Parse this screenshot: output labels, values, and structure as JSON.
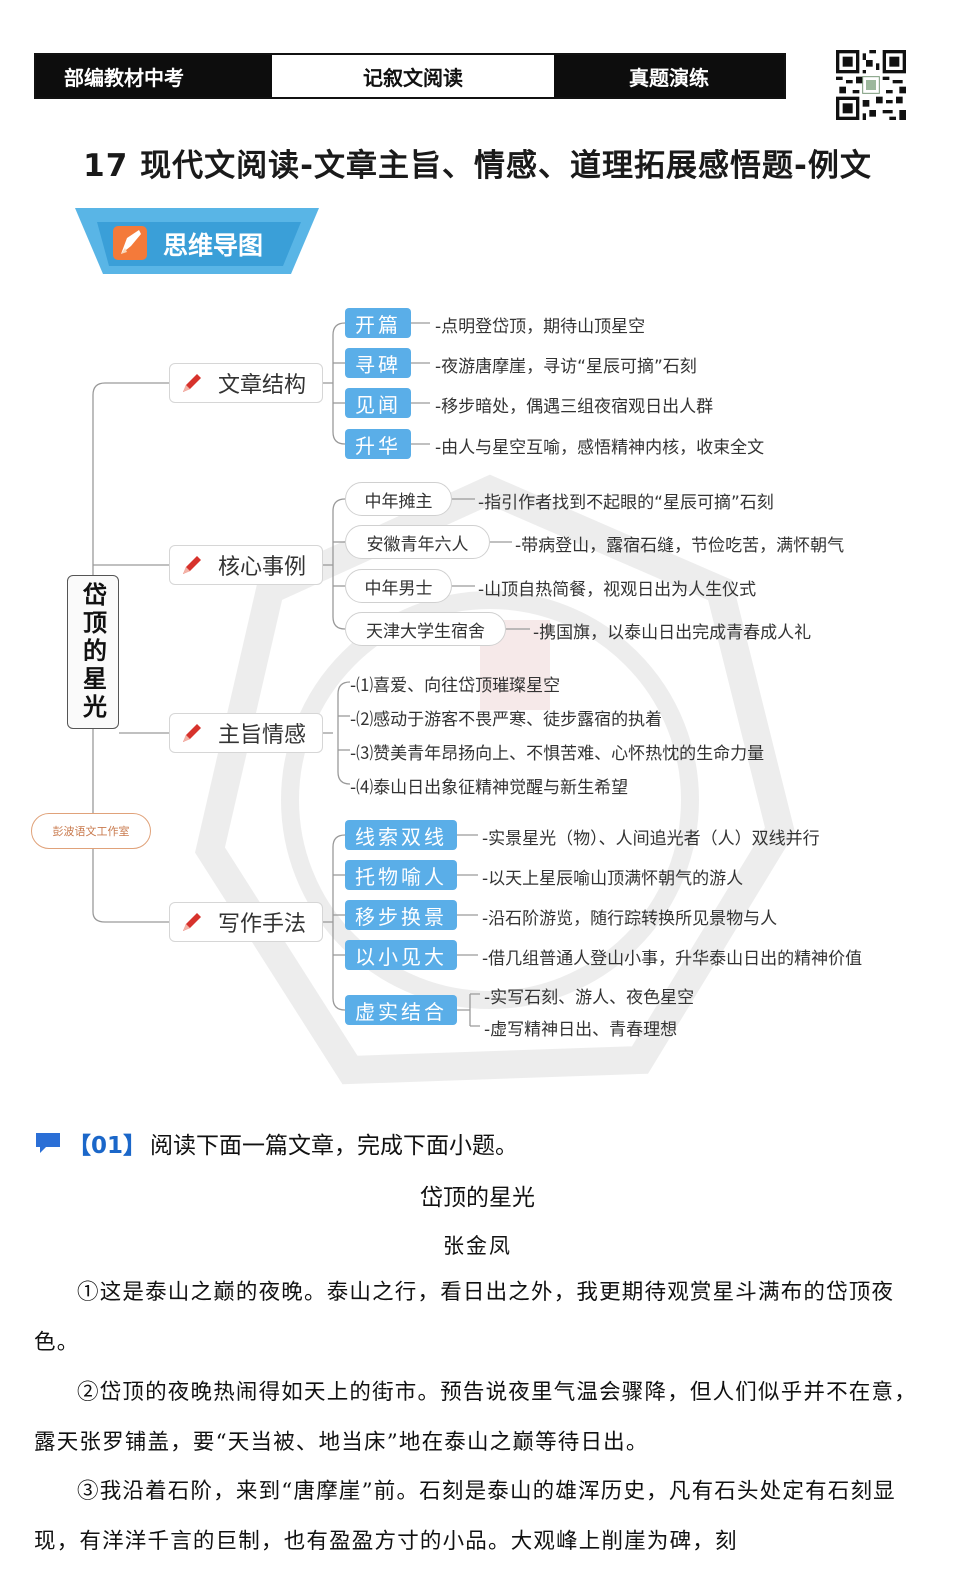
{
  "header": {
    "left": "部编教材中考",
    "center": "记叙文阅读",
    "right": "真题演练"
  },
  "title": "17 现代文阅读-文章主旨、情感、道理拓展感悟题-例文",
  "badge": {
    "label": "思维导图"
  },
  "stamp": "彭波语文工作室",
  "mindmap": {
    "root": "岱顶的星光",
    "structure": {
      "label": "文章结构",
      "items": [
        {
          "tag": "开篇",
          "text": "-点明登岱顶，期待山顶星空"
        },
        {
          "tag": "寻碑",
          "text": "-夜游唐摩崖，寻访“星辰可摘”石刻"
        },
        {
          "tag": "见闻",
          "text": "-移步暗处，偶遇三组夜宿观日出人群"
        },
        {
          "tag": "升华",
          "text": "-由人与星空互喻，感悟精神内核，收束全文"
        }
      ]
    },
    "cases": {
      "label": "核心事例",
      "items": [
        {
          "tag": "中年摊主",
          "text": "-指引作者找到不起眼的“星辰可摘”石刻"
        },
        {
          "tag": "安徽青年六人",
          "text": "-带病登山，露宿石缝，节俭吃苦，满怀朝气"
        },
        {
          "tag": "中年男士",
          "text": "-山顶自热简餐，视观日出为人生仪式"
        },
        {
          "tag": "天津大学生宿舍",
          "text": "-携国旗，以泰山日出完成青春成人礼"
        }
      ]
    },
    "theme": {
      "label": "主旨情感",
      "items": [
        "-⑴喜爱、向往岱顶璀璨星空",
        "-⑵感动于游客不畏严寒、徒步露宿的执着",
        "-⑶赞美青年昂扬向上、不惧苦难、心怀热忱的生命力量",
        "-⑷泰山日出象征精神觉醒与新生希望"
      ]
    },
    "technique": {
      "label": "写作手法",
      "items": [
        {
          "tag": "线索双线",
          "text": "-实景星光（物）、人间追光者（人）双线并行"
        },
        {
          "tag": "托物喻人",
          "text": "-以天上星辰喻山顶满怀朝气的游人"
        },
        {
          "tag": "移步换景",
          "text": "-沿石阶游览，随行踪转换所见景物与人"
        },
        {
          "tag": "以小见大",
          "text": "-借几组普通人登山小事，升华泰山日出的精神价值"
        },
        {
          "tag": "虚实结合",
          "text": "-实写石刻、游人、夜色星空",
          "text2": "-虚写精神日出、青春理想"
        }
      ]
    }
  },
  "section": {
    "num": "【01】",
    "instruction": "阅读下面一篇文章，完成下面小题。"
  },
  "article": {
    "title": "岱顶的星光",
    "author": "张金凤",
    "paragraphs": [
      "①这是泰山之巅的夜晚。泰山之行，看日出之外，我更期待观赏星斗满布的岱顶夜色。",
      "②岱顶的夜晚热闹得如天上的街市。预告说夜里气温会骤降，但人们似乎并不在意，露天张罗铺盖，要“天当被、地当床”地在泰山之巅等待日出。",
      "③我沿着石阶，来到“唐摩崖”前。石刻是泰山的雄浑历史，凡有石头处定有石刻显现，有洋洋千言的巨制，也有盈盈方寸的小品。大观峰上削崖为碑，刻"
    ]
  },
  "colors": {
    "tag_blue": "#5aaee8",
    "pen_red": "#d7322c",
    "accent_blue": "#1b67c9"
  }
}
